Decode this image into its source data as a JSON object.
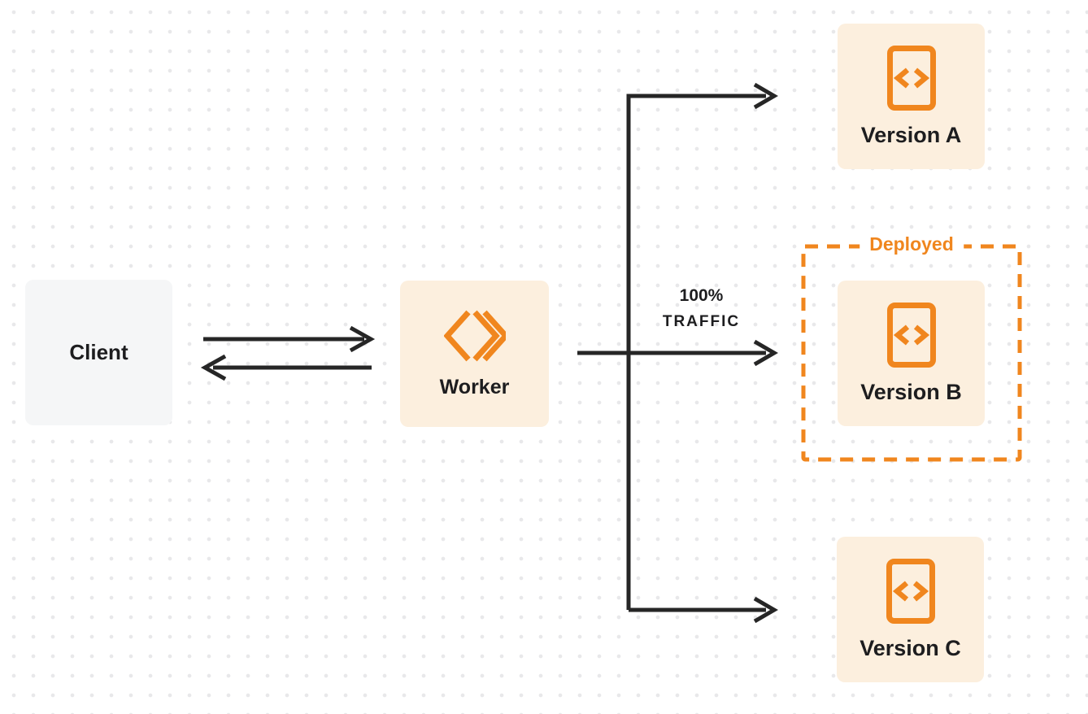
{
  "diagram": {
    "client": {
      "label": "Client"
    },
    "worker": {
      "label": "Worker"
    },
    "versions": [
      {
        "label": "Version A",
        "deployed": false,
        "traffic": ""
      },
      {
        "label": "Version B",
        "deployed": true,
        "traffic": "100%"
      },
      {
        "label": "Version C",
        "deployed": false,
        "traffic": ""
      }
    ],
    "deployed_badge": "Deployed",
    "traffic_annotation": {
      "line1": "100%",
      "line2": "TRAFFIC"
    },
    "colors": {
      "accent_orange": "#F0861E",
      "box_cream": "#FCEFDE",
      "box_gray": "#F5F6F7",
      "arrow": "#262626",
      "text": "#1D1D1F",
      "dot_grid": "#E8E8EA",
      "background": "#FFFFFF"
    }
  }
}
